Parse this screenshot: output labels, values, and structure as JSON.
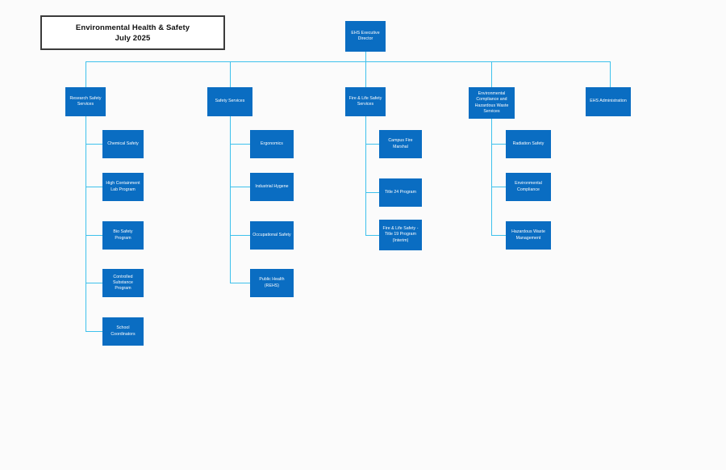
{
  "title_box": {
    "line1": "Environmental Health & Safety",
    "line2": "July 2025"
  },
  "colors": {
    "node_fill": "#0a6dc2",
    "node_text": "#ffffff",
    "connector": "#3ec1ec",
    "title_border": "#3b3b3b",
    "background": "#fbfbfb"
  },
  "chart_data": {
    "type": "diagram",
    "diagram_kind": "organizational-chart",
    "title": "Environmental Health & Safety",
    "subtitle": "July 2025",
    "root": "EHS Executive Director",
    "nodes": {
      "root": {
        "label": "EHS Executive Director"
      },
      "div1": {
        "label": "Research Safety Services"
      },
      "div2": {
        "label": "Safety Services"
      },
      "div3": {
        "label": "Fire & Life Safety Services"
      },
      "div4": {
        "label": "Environmental Compliance and Hazardous Waste Services"
      },
      "div5": {
        "label": "EHS Administration"
      },
      "d1c1": {
        "label": "Chemical Safety"
      },
      "d1c2": {
        "label": "High Containment Lab Program"
      },
      "d1c3": {
        "label": "Bio Safety Program"
      },
      "d1c4": {
        "label": "Controlled Substance Program"
      },
      "d1c5": {
        "label": "School Coordinators"
      },
      "d2c1": {
        "label": "Ergonomics"
      },
      "d2c2": {
        "label": "Industrial Hygene"
      },
      "d2c3": {
        "label": "Occupational Safety"
      },
      "d2c4": {
        "label": "Public Health (REHS)"
      },
      "d3c1": {
        "label": "Campus Fire Marshal"
      },
      "d3c2": {
        "label": "Title 24 Program"
      },
      "d3c3": {
        "label": "Fire & Life Safety - Title 19 Program (Interim)"
      },
      "d4c1": {
        "label": "Radiation Safety"
      },
      "d4c2": {
        "label": "Environmental Compliance"
      },
      "d4c3": {
        "label": "Hazardous Waste Management"
      }
    },
    "node_text_lines": {
      "root": "EHS Executive\nDirector",
      "div1": "Research Safety\nServices",
      "div2": "Safety Services",
      "div3": "Fire & Life Safety\nServices",
      "div4": "Environmental\nCompliance and\nHazardous Waste\nServices",
      "div5": "EHS Administration",
      "d1c1": "Chemical Safety",
      "d1c2": "High Containment\nLab Program",
      "d1c3": "Bio Safety Program",
      "d1c4": "Controlled\nSubstance Program",
      "d1c5": "School Coordinators",
      "d2c1": "Ergonomics",
      "d2c2": "Industrial Hygene",
      "d2c3": "Occupational Safety",
      "d2c4": "Public Health\n(REHS)",
      "d3c1": "Campus Fire\nMarshal",
      "d3c2": "Title 24 Program",
      "d3c3": "Fire & Life Safety -\nTitle 19 Program\n(Interim)",
      "d4c1": "Radiation Safety",
      "d4c2": "Environmental\nCompliance",
      "d4c3": "Hazardous Waste\nManagement"
    },
    "edges": [
      {
        "from": "root",
        "to": "div1"
      },
      {
        "from": "root",
        "to": "div2"
      },
      {
        "from": "root",
        "to": "div3"
      },
      {
        "from": "root",
        "to": "div4"
      },
      {
        "from": "root",
        "to": "div5"
      },
      {
        "from": "div1",
        "to": "d1c1"
      },
      {
        "from": "div1",
        "to": "d1c2"
      },
      {
        "from": "div1",
        "to": "d1c3"
      },
      {
        "from": "div1",
        "to": "d1c4"
      },
      {
        "from": "div1",
        "to": "d1c5"
      },
      {
        "from": "div2",
        "to": "d2c1"
      },
      {
        "from": "div2",
        "to": "d2c2"
      },
      {
        "from": "div2",
        "to": "d2c3"
      },
      {
        "from": "div2",
        "to": "d2c4"
      },
      {
        "from": "div3",
        "to": "d3c1"
      },
      {
        "from": "div3",
        "to": "d3c2"
      },
      {
        "from": "div3",
        "to": "d3c3"
      },
      {
        "from": "div4",
        "to": "d4c1"
      },
      {
        "from": "div4",
        "to": "d4c2"
      },
      {
        "from": "div4",
        "to": "d4c3"
      }
    ],
    "levels": [
      [
        "root"
      ],
      [
        "div1",
        "div2",
        "div3",
        "div4",
        "div5"
      ],
      [
        "d1c1",
        "d1c2",
        "d1c3",
        "d1c4",
        "d1c5",
        "d2c1",
        "d2c2",
        "d2c3",
        "d2c4",
        "d3c1",
        "d3c2",
        "d3c3",
        "d4c1",
        "d4c2",
        "d4c3"
      ]
    ]
  }
}
